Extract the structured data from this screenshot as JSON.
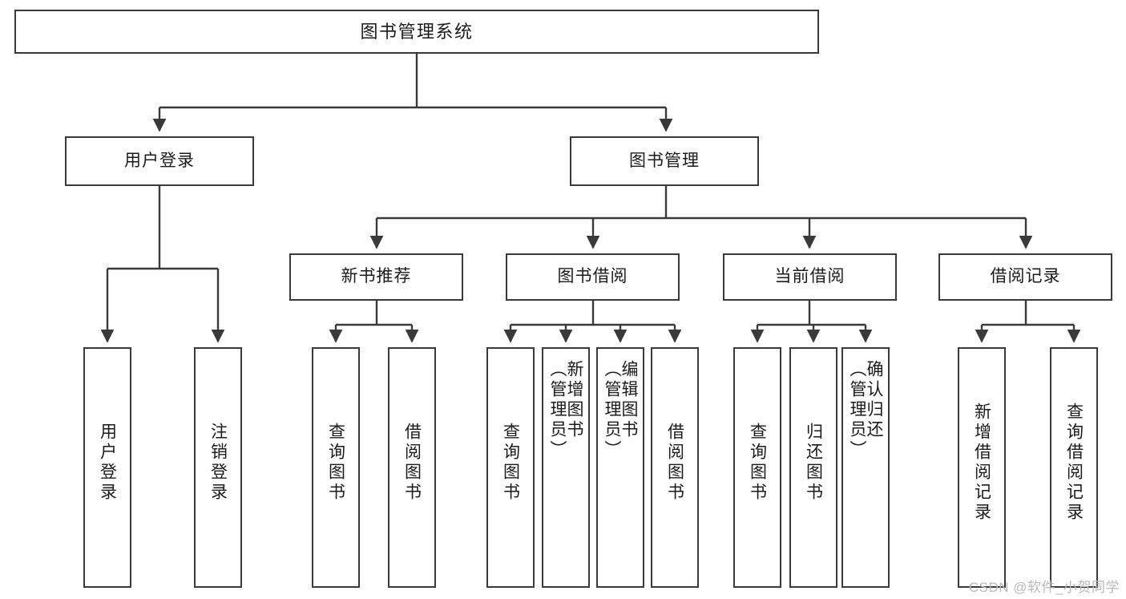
{
  "diagram": {
    "title": "图书管理系统",
    "root": {
      "label": "图书管理系统"
    },
    "level2": [
      {
        "label": "用户登录"
      },
      {
        "label": "图书管理"
      }
    ],
    "level3": [
      {
        "label": "新书推荐"
      },
      {
        "label": "图书借阅"
      },
      {
        "label": "当前借阅"
      },
      {
        "label": "借阅记录"
      }
    ],
    "leaves": {
      "user_login": [
        {
          "label": "用户登录"
        },
        {
          "label": "注销登录"
        }
      ],
      "new_book_recommend": [
        {
          "label": "查询图书"
        },
        {
          "label": "借阅图书"
        }
      ],
      "book_borrow": [
        {
          "label": "查询图书"
        },
        {
          "label": "新增图书\n（管理员）"
        },
        {
          "label": "编辑图书\n（管理员）"
        },
        {
          "label": "借阅图书"
        }
      ],
      "current_borrow": [
        {
          "label": "查询图书"
        },
        {
          "label": "归还图书"
        },
        {
          "label": "确认归还\n（管理员）"
        }
      ],
      "borrow_record": [
        {
          "label": "新增借阅记录"
        },
        {
          "label": "查询借阅记录"
        }
      ]
    }
  },
  "watermark": {
    "text": "CSDN @软件_小贺同学"
  },
  "colors": {
    "stroke": "#3a3a3a",
    "background": "#ffffff",
    "text": "#1b1b1b",
    "watermark": "#b9b9b9"
  }
}
